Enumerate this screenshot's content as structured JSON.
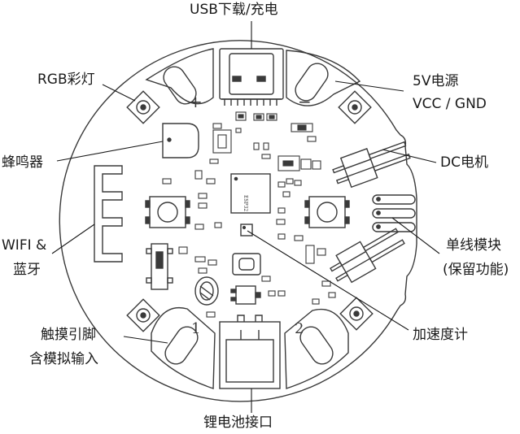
{
  "labels": {
    "usb": "USB下载/充电",
    "rgb": "RGB彩灯",
    "power_line1": "5V电源",
    "power_line2": "VCC / GND",
    "buzzer": "蜂鸣器",
    "dc_motor": "DC电机",
    "wifi_line1": "WIFI &",
    "wifi_line2": "蓝牙",
    "single_wire_line1": "单线模块",
    "single_wire_line2": "(保留功能)",
    "touch_line1": "触摸引脚",
    "touch_line2": "含模拟输入",
    "accelerometer": "加速度计",
    "battery": "锂电池接口"
  },
  "board": {
    "pad_one": "1",
    "pad_two": "2",
    "plus_sign": "+",
    "minus_sign": "−"
  },
  "colors": {
    "outline": "#3a3a3a",
    "ink": "#1a1a1a"
  }
}
